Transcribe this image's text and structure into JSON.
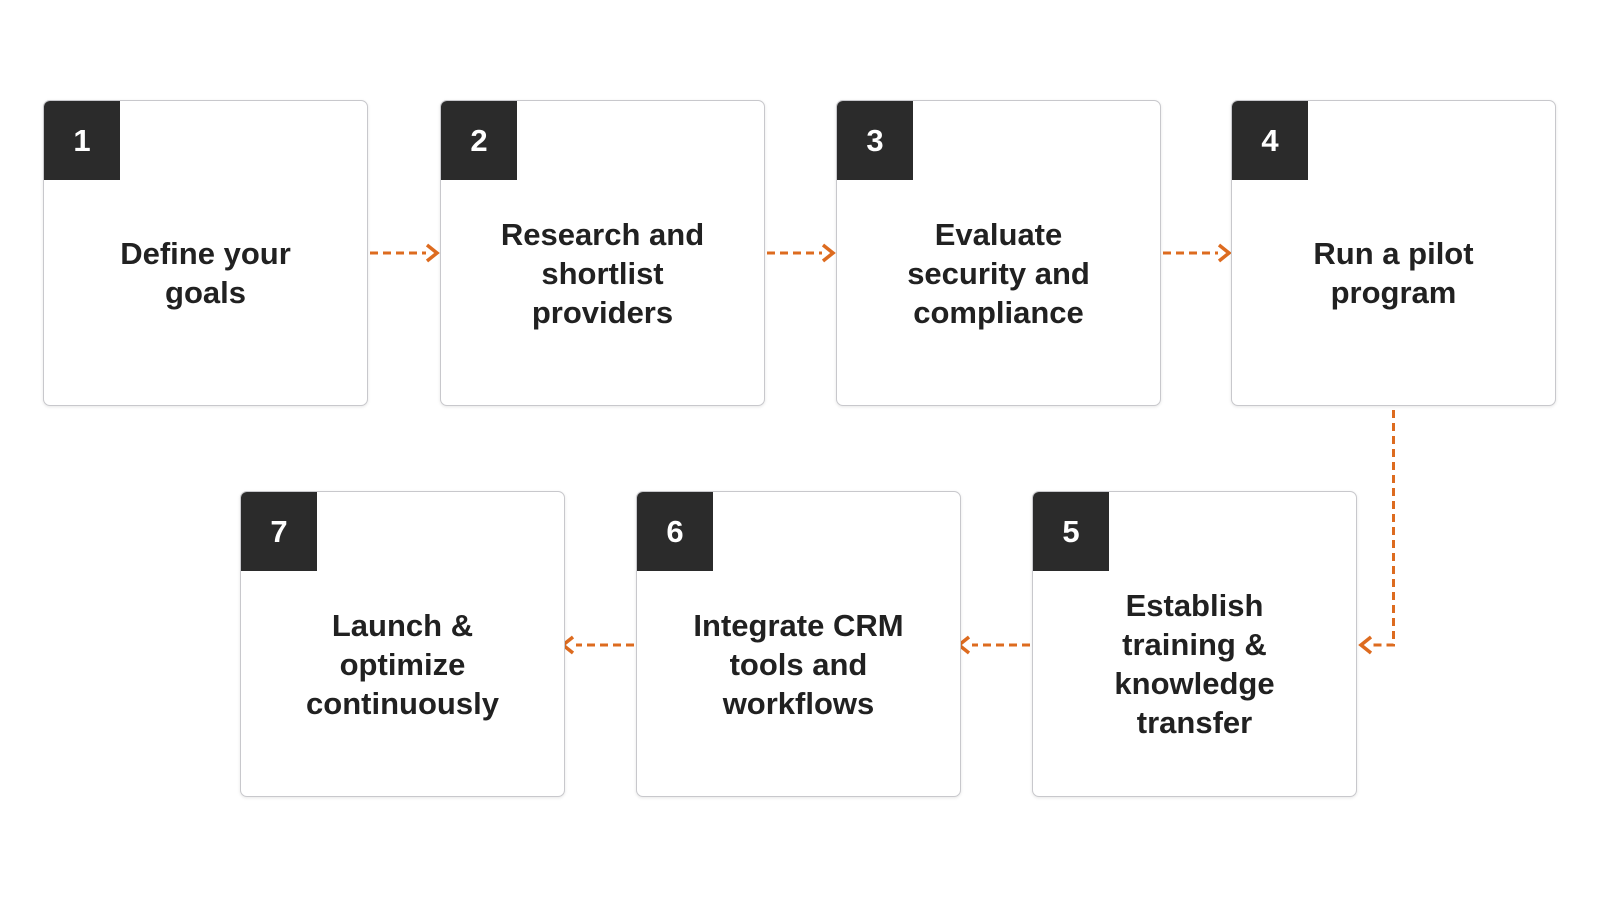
{
  "diagram": {
    "type": "stepped-process-flow",
    "connector_style": "dashed-arrow",
    "rows": [
      {
        "row": 1,
        "direction": "left-to-right",
        "steps": [
          "1",
          "2",
          "3",
          "4"
        ]
      },
      {
        "row": 2,
        "direction": "right-to-left",
        "steps": [
          "5",
          "6",
          "7"
        ]
      }
    ]
  },
  "steps": [
    {
      "number": "1",
      "label": "Define your\ngoals"
    },
    {
      "number": "2",
      "label": "Research and\nshortlist\nproviders"
    },
    {
      "number": "3",
      "label": "Evaluate\nsecurity and\ncompliance"
    },
    {
      "number": "4",
      "label": "Run a pilot\nprogram"
    },
    {
      "number": "5",
      "label": "Establish\ntraining &\nknowledge\ntransfer"
    },
    {
      "number": "6",
      "label": "Integrate CRM\ntools and\nworkflows"
    },
    {
      "number": "7",
      "label": "Launch &\noptimize\ncontinuously"
    }
  ],
  "connectors": [
    {
      "from": "1",
      "to": "2",
      "shape": "straight",
      "head": "right"
    },
    {
      "from": "2",
      "to": "3",
      "shape": "straight",
      "head": "right"
    },
    {
      "from": "3",
      "to": "4",
      "shape": "straight",
      "head": "right"
    },
    {
      "from": "4",
      "to": "5",
      "shape": "elbow-down-left",
      "head": "left"
    },
    {
      "from": "5",
      "to": "6",
      "shape": "straight",
      "head": "left"
    },
    {
      "from": "6",
      "to": "7",
      "shape": "straight",
      "head": "left"
    }
  ],
  "colors": {
    "arrow": "#DD6B1F",
    "badge_bg": "#2B2B2B",
    "badge_text": "#FFFFFF",
    "box_bg": "#FFFFFF",
    "box_border": "#C8C8CC",
    "label_text": "#212121",
    "page_bg": "#FFFFFF"
  }
}
